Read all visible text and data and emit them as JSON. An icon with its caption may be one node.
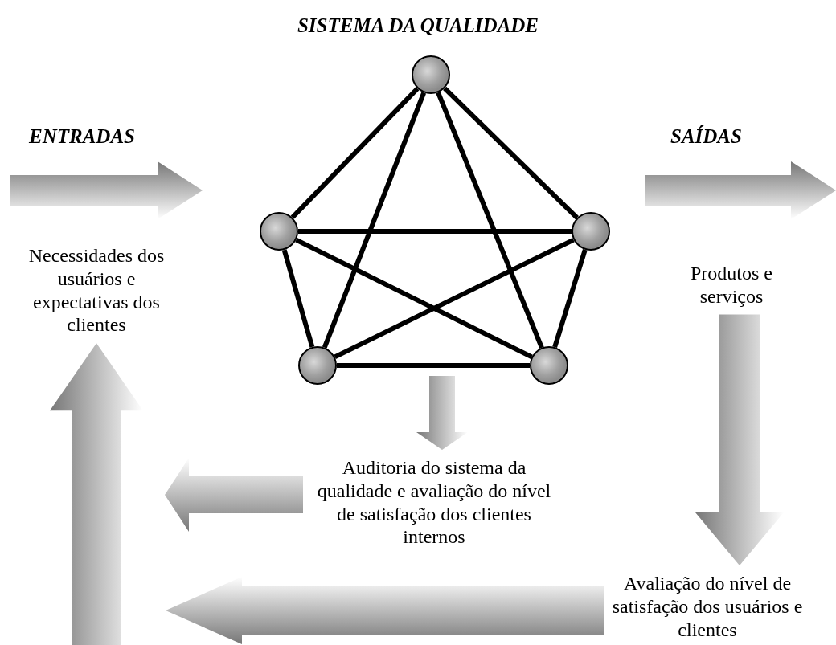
{
  "diagram": {
    "title": "SISTEMA DA QUALIDADE",
    "nodes": [
      {
        "text": [],
        "shape": "circle"
      },
      {
        "text": [],
        "shape": "circle"
      },
      {
        "text": [],
        "shape": "circle"
      },
      {
        "text": [],
        "shape": "circle"
      },
      {
        "text": [],
        "shape": "circle"
      },
      {
        "text": [
          "Necessidades dos usuários e expectativas dos clientes"
        ]
      },
      {
        "text": [
          "Produtos e serviços"
        ]
      },
      {
        "text": [
          "Auditoria do sistema da qualidade e avaliação do nível de satisfação dos clientes internos"
        ]
      },
      {
        "text": [
          "Avaliação do nível de satisfação dos usuários e clientes"
        ]
      }
    ],
    "edges": [
      {
        "from": 0,
        "to": 1,
        "arrow": "none"
      },
      {
        "from": 0,
        "to": 2,
        "arrow": "none"
      },
      {
        "from": 0,
        "to": 3,
        "arrow": "none"
      },
      {
        "from": 0,
        "to": 4,
        "arrow": "none"
      },
      {
        "from": 1,
        "to": 2,
        "arrow": "none"
      },
      {
        "from": 1,
        "to": 3,
        "arrow": "none"
      },
      {
        "from": 1,
        "to": 4,
        "arrow": "none"
      },
      {
        "from": 2,
        "to": 3,
        "arrow": "none"
      },
      {
        "from": 2,
        "to": 4,
        "arrow": "none"
      },
      {
        "from": 3,
        "to": 4,
        "arrow": "none"
      },
      {
        "from": 6,
        "to": 8,
        "arrow": "to",
        "style": "thick"
      },
      {
        "from": null,
        "to": 7,
        "arrow": "to",
        "style": "thick"
      },
      {
        "from": 7,
        "to": null,
        "arrow": "to",
        "style": "thick"
      },
      {
        "from": 8,
        "to": null,
        "arrow": "to",
        "style": "thick"
      },
      {
        "from": null,
        "to": 5,
        "arrow": "to",
        "style": "thick"
      }
    ],
    "labels": [
      "ENTRADAS",
      "SAÍDAS"
    ]
  }
}
